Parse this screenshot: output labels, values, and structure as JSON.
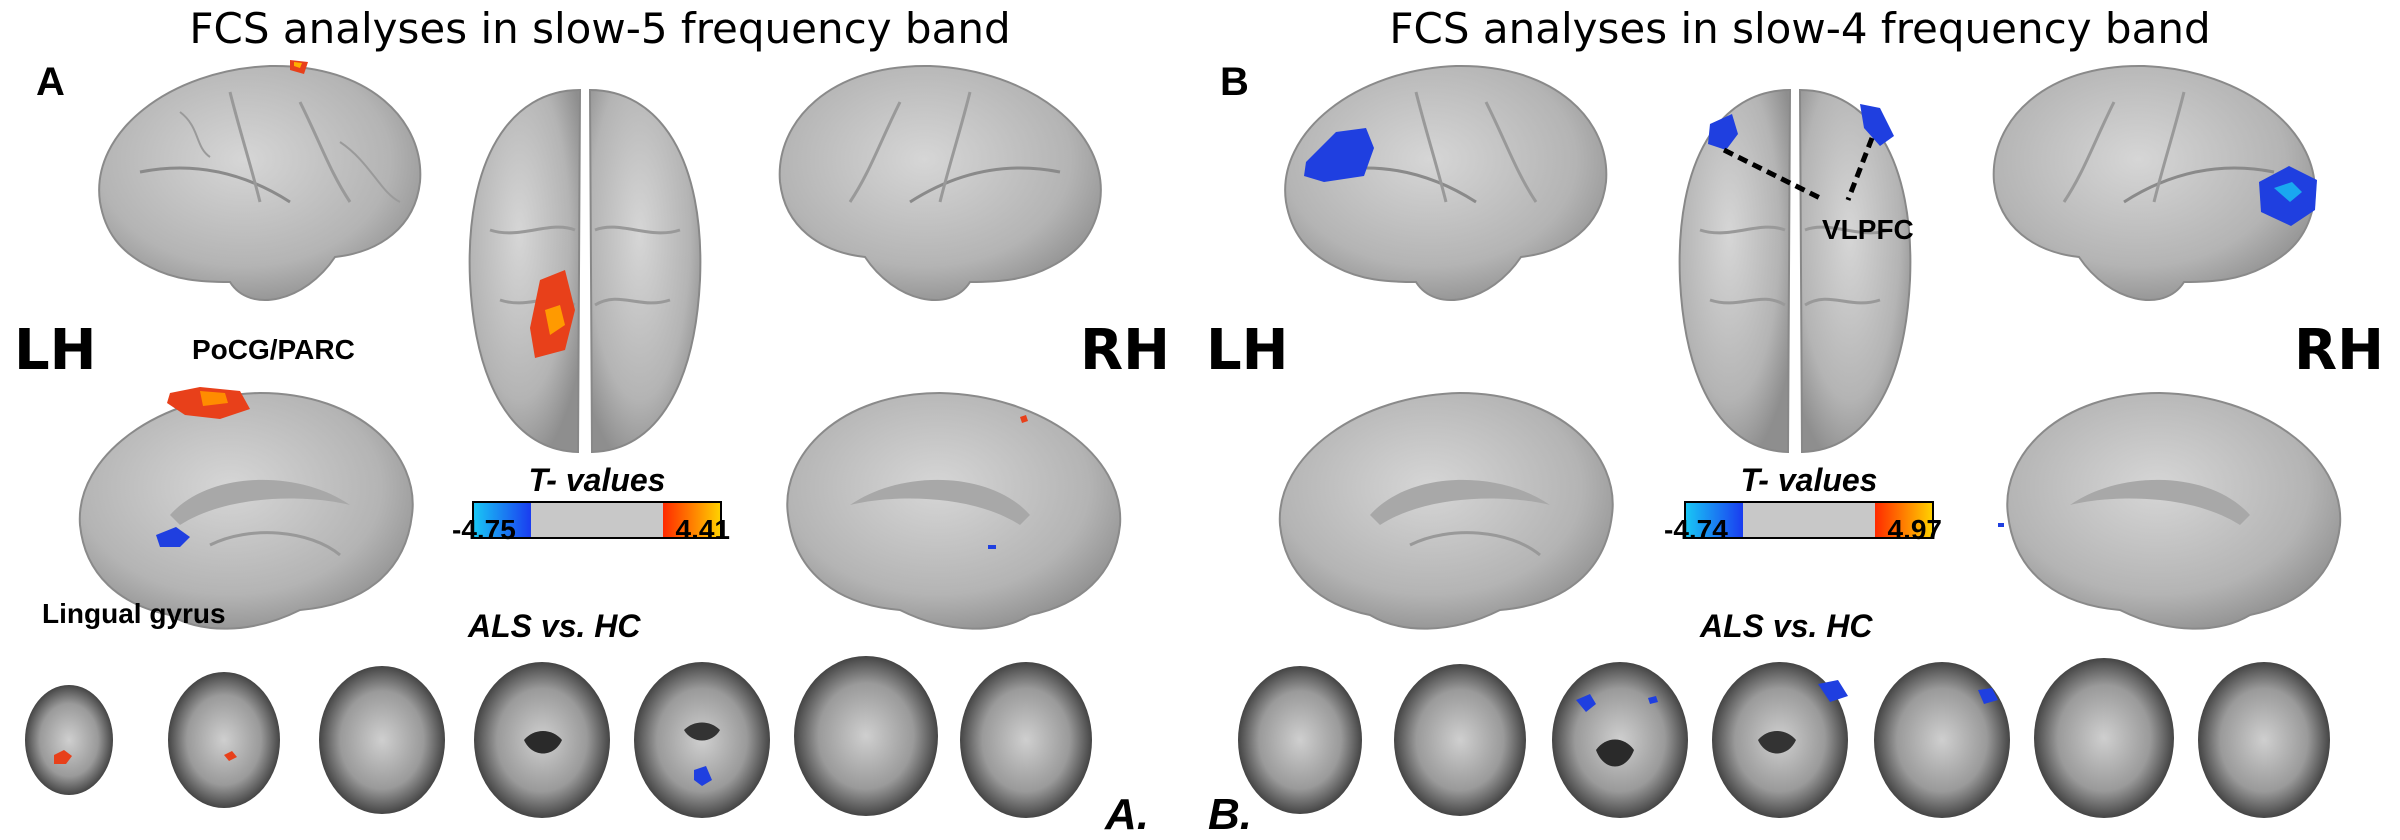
{
  "panel_a": {
    "letter": "A",
    "title": "FCS analyses in slow-5 frequency band",
    "left_hemisphere": "LH",
    "right_hemisphere": "RH",
    "region_label_1": "PoCG/PARC",
    "region_label_2": "Lingual gyrus",
    "colorbar": {
      "title": "T- values",
      "min": "-4.75",
      "max": "4.41"
    },
    "contrast": "ALS vs. HC",
    "footer": "A."
  },
  "panel_b": {
    "letter": "B",
    "title": "FCS analyses in slow-4 frequency band",
    "left_hemisphere": "LH",
    "right_hemisphere": "RH",
    "region_label_1": "VLPFC",
    "colorbar": {
      "title": "T- values",
      "min": "-4.74",
      "max": "4.97"
    },
    "contrast": "ALS vs. HC",
    "footer": "B."
  },
  "colors": {
    "brain": "#bdbdbd",
    "negative": "#1f3fe0",
    "positive": "#e8401a",
    "colorbar_neg": [
      "#19c6f5",
      "#1a3cf0"
    ],
    "colorbar_pos": [
      "#ff2a00",
      "#ffd000"
    ],
    "colorbar_mid": "#c8c8c8"
  }
}
